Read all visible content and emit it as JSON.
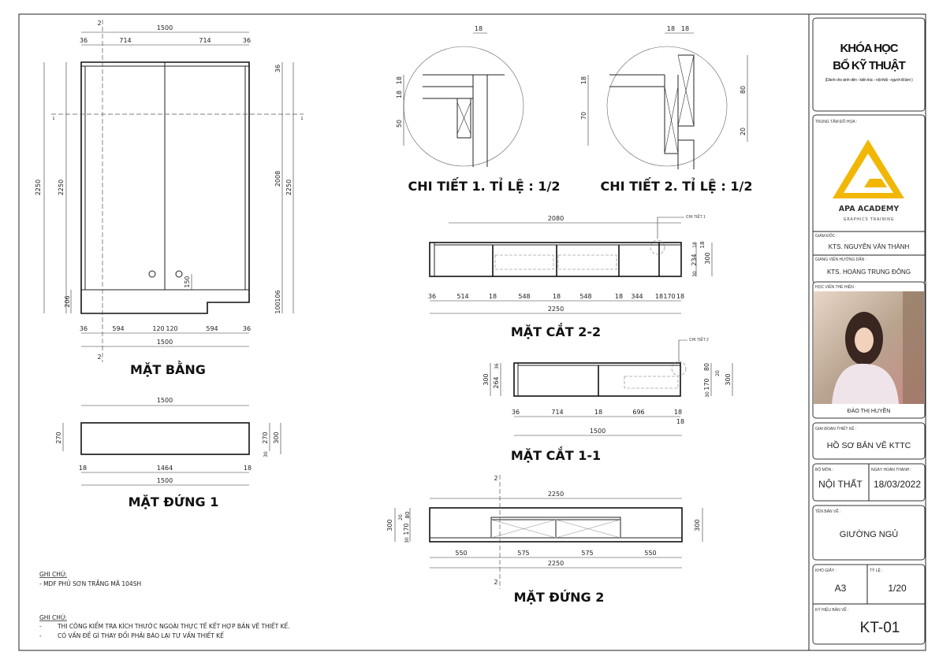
{
  "title_block": {
    "course_line1": "KHÓA HỌC",
    "course_line2": "BỔ KỸ THUẬT",
    "course_subtitle": "(Dành cho sinh viên - kiến trúc - nội thất - người đi làm )",
    "center_label": "TRUNG TÂM ĐỒ HỌA :",
    "academy_name": "APA ACADEMY",
    "academy_tagline": "GRAPHICS TRAINING",
    "director_label": "GIÁM ĐỐC :",
    "director": "KTS. NGUYỄN VĂN THÀNH",
    "instructor_label": "GIẢNG VIÊN HƯỚNG DẪN :",
    "instructor": "KTS. HOÀNG TRUNG ĐÔNG",
    "student_label": "HỌC VIÊN THỂ HIỆN :",
    "student": "ĐÀO THỊ HUYỀN",
    "phase_label": "GIAI ĐOẠN THIẾT KẾ :",
    "phase": "HỒ SƠ BẢN VẼ KTTC",
    "dept_label": "BỘ MÔN :",
    "dept": "NỘI THẤT",
    "date_label": "NGÀY HOÀN THÀNH :",
    "date": "18/03/2022",
    "drawing_name_label": "TÊN BẢN VẼ :",
    "drawing_name": "GIƯỜNG NGỦ",
    "paper_label": "KHỔ GIẤY :",
    "paper": "A3",
    "scale_label": "TỶ LỆ :",
    "scale": "1/20",
    "code_label": "KÝ HIỆU BẢN VẼ :",
    "code": "KT-01",
    "accent_color": "#F2B705"
  },
  "views": {
    "plan": {
      "title": "MẶT BẰNG",
      "section_marks": [
        "2",
        "2",
        "1",
        "1"
      ],
      "top_dims": [
        "1500",
        "36",
        "714",
        "714",
        "36"
      ],
      "left_dims": [
        "2250",
        "2250",
        "206"
      ],
      "right_dims": [
        "36",
        "2008",
        "2250",
        "106",
        "100"
      ],
      "handle_dim": "150",
      "bottom_dims": [
        "36",
        "594",
        "120",
        "120",
        "594",
        "36",
        "1500"
      ]
    },
    "elevation1": {
      "title": "MẶT ĐỨNG 1",
      "top_dim": "1500",
      "left_dim": "270",
      "right_dims": [
        "270",
        "300",
        "30"
      ],
      "bottom_dims": [
        "18",
        "1464",
        "18",
        "1500"
      ]
    },
    "detail1": {
      "title": "CHI TIẾT 1. TỈ LỆ : 1/2",
      "dims": [
        "18",
        "18",
        "18",
        "50"
      ]
    },
    "detail2": {
      "title": "CHI TIẾT 2. TỈ LỆ : 1/2",
      "dims": [
        "18",
        "18",
        "18",
        "70",
        "80",
        "20"
      ]
    },
    "section22": {
      "title": "MẶT CẮT 2-2",
      "callout": "CHI TIẾT 1",
      "top_dim": "2080",
      "right_dims": [
        "18",
        "18",
        "234",
        "300",
        "30"
      ],
      "bottom_dims": [
        "36",
        "514",
        "18",
        "548",
        "18",
        "548",
        "18",
        "344",
        "18",
        "170",
        "18",
        "2250"
      ]
    },
    "section11": {
      "title": "MẶT CẮT 1-1",
      "callout": "CHI TIẾT 2",
      "left_dims": [
        "300",
        "36",
        "264"
      ],
      "right_dims": [
        "80",
        "20",
        "170",
        "30",
        "300"
      ],
      "bottom_dims": [
        "36",
        "714",
        "18",
        "696",
        "18",
        "18",
        "1500"
      ]
    },
    "elevation2": {
      "title": "MẶT ĐỨNG 2",
      "section_marks": [
        "2",
        "2"
      ],
      "top_dim": "2250",
      "left_dims": [
        "300",
        "80",
        "20",
        "170",
        "30"
      ],
      "right_dim": "300",
      "bottom_dims": [
        "550",
        "575",
        "575",
        "550",
        "2250"
      ]
    }
  },
  "notes": {
    "heading1": "GHI CHÚ:",
    "line1": "- MDF PHỦ SƠN TRẮNG MÃ 104SH",
    "heading2": "GHI CHÚ:",
    "bullet": "-",
    "items": [
      "THI CÔNG KIỂM TRA KÍCH THƯỚC NGOÀI THỰC TẾ KẾT HỢP BẢN VẼ THIẾT KẾ.",
      "CÓ VẤN ĐỀ GÌ THAY ĐỔI PHẢI BÁO LẠI TƯ VẤN THIẾT KẾ"
    ]
  }
}
